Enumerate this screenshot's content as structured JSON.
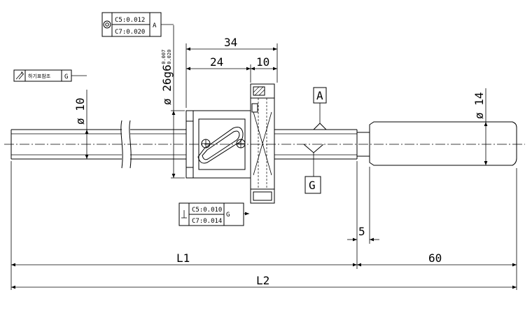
{
  "drawing": {
    "dimensions": {
      "nut_length": "34",
      "flange_offset": "24",
      "flange_thickness": "10",
      "shaft_dia": "ø 10",
      "nut_dia": "ø 26g6",
      "nut_tol_upper": "-0.007",
      "nut_tol_lower": "-0.020",
      "end_dia": "ø 14",
      "step": "5",
      "l1": "L1",
      "l2": "L2",
      "end_length": "60"
    },
    "datums": {
      "a": "A",
      "g": "G"
    },
    "fcf_coaxiality": {
      "grade1": "C5:0.012",
      "grade2": "C7:0.020",
      "datum": "A"
    },
    "fcf_runout": {
      "note": "하기표참조",
      "datum": "G"
    },
    "fcf_perpendicularity": {
      "grade1": "C5:0.010",
      "grade2": "C7:0.014",
      "datum": "G"
    },
    "icons": [
      "coaxiality-symbol-icon",
      "runout-symbol-icon",
      "perpendicularity-symbol-icon"
    ]
  }
}
